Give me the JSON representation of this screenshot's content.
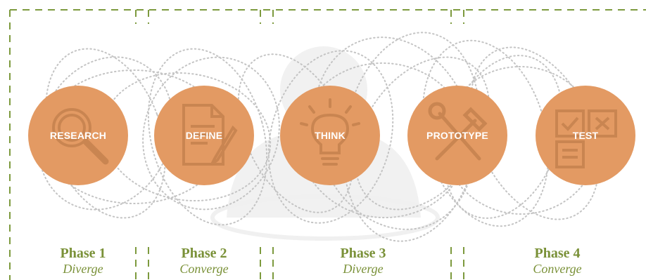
{
  "colors": {
    "circle_fill": "#e39a63",
    "phase_text": "#7a9138",
    "dashed_lines": "#7d9a3e",
    "dotted_loops": "#c9c9c9",
    "background_figure": "#f2f2f2"
  },
  "steps": [
    {
      "label": "RESEARCH",
      "icon": "magnifier-icon"
    },
    {
      "label": "DEFINE",
      "icon": "document-pen-icon"
    },
    {
      "label": "THINK",
      "icon": "lightbulb-icon"
    },
    {
      "label": "PROTOTYPE",
      "icon": "tools-icon"
    },
    {
      "label": "TEST",
      "icon": "checklist-icon"
    }
  ],
  "phases": [
    {
      "name": "Phase 1",
      "mode": "Diverge"
    },
    {
      "name": "Phase 2",
      "mode": "Converge"
    },
    {
      "name": "Phase 3",
      "mode": "Diverge"
    },
    {
      "name": "Phase 4",
      "mode": "Converge"
    }
  ]
}
